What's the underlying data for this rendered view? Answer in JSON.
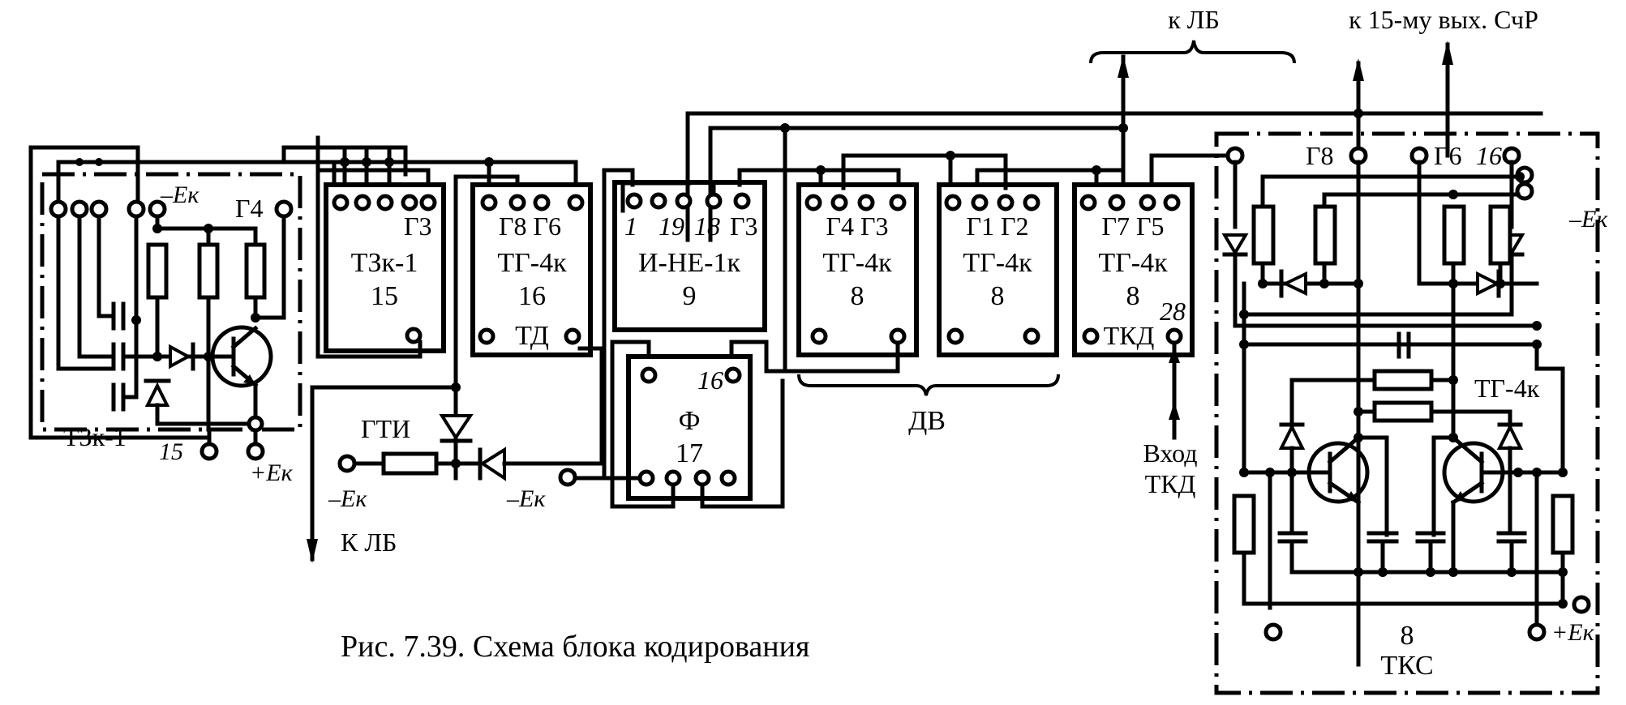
{
  "caption": "Рис. 7.39. Схема блока кодирования",
  "colors": {
    "ink": "#000000",
    "paper": "#ffffff"
  },
  "left_module": {
    "name": "ТЗк-1",
    "labels": {
      "minus_ek": "–Eк",
      "g4": "Г4",
      "pin15": "15",
      "plus_ek": "+Eк"
    }
  },
  "blocks": [
    {
      "id": "tzk1_15",
      "pins_label": "Г3",
      "type": "ТЗк-1",
      "number": "15",
      "sub": ""
    },
    {
      "id": "tg4k_16",
      "pins_label": "Г8 Г6",
      "type": "ТГ-4к",
      "number": "16",
      "sub": "ТД"
    },
    {
      "id": "ine_9",
      "pins_label": "Г3",
      "pin_numbers": [
        "1",
        "19",
        "18"
      ],
      "type": "И-НЕ-1к",
      "number": "9",
      "sub": ""
    },
    {
      "id": "tg4k_8a",
      "pins_label": "Г4 Г3",
      "type": "ТГ-4к",
      "number": "8",
      "sub": ""
    },
    {
      "id": "tg4k_8b",
      "pins_label": "Г1 Г2",
      "type": "ТГ-4к",
      "number": "8",
      "sub": ""
    },
    {
      "id": "tg4k_8c",
      "pins_label": "Г7 Г5",
      "type": "ТГ-4к",
      "number": "8",
      "sub": "ТКД",
      "pin_number": "28"
    },
    {
      "id": "f_17",
      "pins_label": "",
      "pin_number": "16",
      "type": "Ф",
      "number": "17",
      "sub": ""
    }
  ],
  "gti": {
    "label": "ГТИ",
    "minus_ek_left": "–Eк",
    "minus_ek_right": "–Eк"
  },
  "arrows": {
    "to_lb_bottom": "К ЛБ",
    "to_lb_top": "к ЛБ",
    "to_counter": "к 15-му вых. СчР",
    "input_tkd_line1": "Вход",
    "input_tkd_line2": "ТКД"
  },
  "brace_dv": "ДВ",
  "tks_module": {
    "labels": {
      "g8": "Г8",
      "g6": "Г6",
      "pin16": "16",
      "minus_ek": "–Eк",
      "plus_ek": "+Eк",
      "tg4k": "ТГ-4к"
    },
    "number": "8",
    "name": "ТКС"
  }
}
